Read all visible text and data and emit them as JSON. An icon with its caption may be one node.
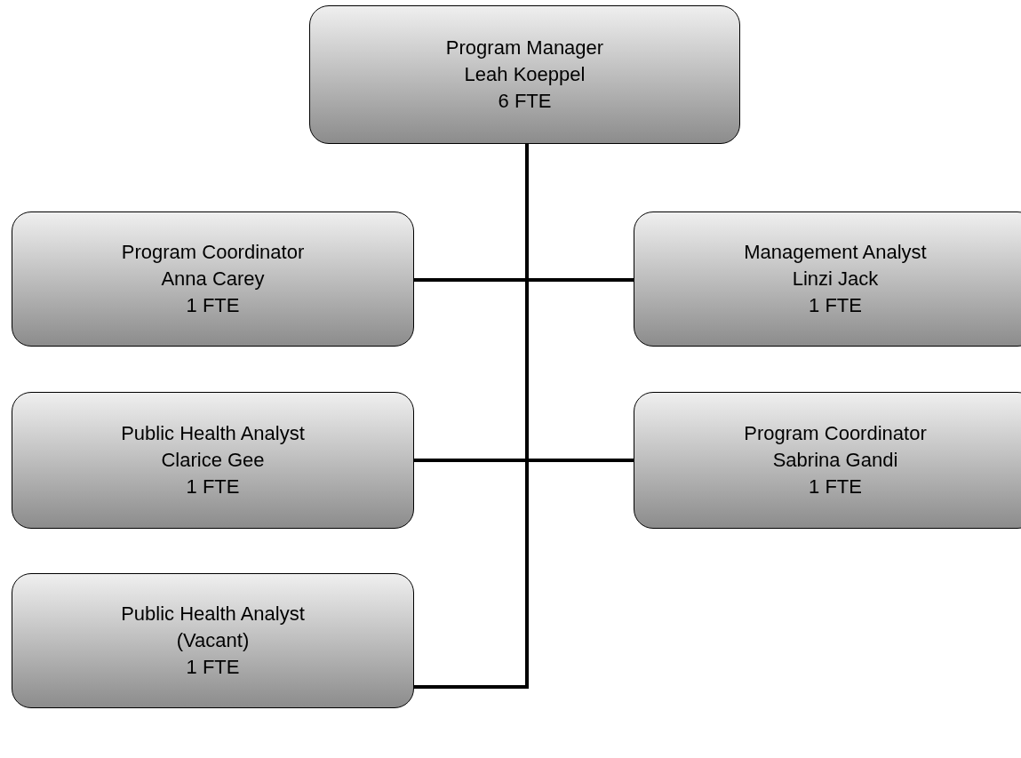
{
  "diagram": {
    "nodes": [
      {
        "text": [
          "Program Manager",
          "Leah Koeppel",
          "6 FTE"
        ]
      },
      {
        "text": [
          "Program Coordinator",
          "Anna Carey",
          "1 FTE"
        ]
      },
      {
        "text": [
          "Management Analyst",
          "Linzi Jack",
          "1 FTE"
        ]
      },
      {
        "text": [
          "Public Health Analyst",
          "Clarice Gee",
          "1 FTE"
        ]
      },
      {
        "text": [
          "Program Coordinator",
          "Sabrina Gandi",
          "1 FTE"
        ]
      },
      {
        "text": [
          "Public Health Analyst",
          "(Vacant)",
          "1 FTE"
        ]
      }
    ],
    "edges": [
      {
        "from": 0,
        "to": 1,
        "arrow": "none"
      },
      {
        "from": 0,
        "to": 2,
        "arrow": "none"
      },
      {
        "from": 0,
        "to": 3,
        "arrow": "none"
      },
      {
        "from": 0,
        "to": 4,
        "arrow": "none"
      },
      {
        "from": 0,
        "to": 5,
        "arrow": "none"
      }
    ]
  }
}
